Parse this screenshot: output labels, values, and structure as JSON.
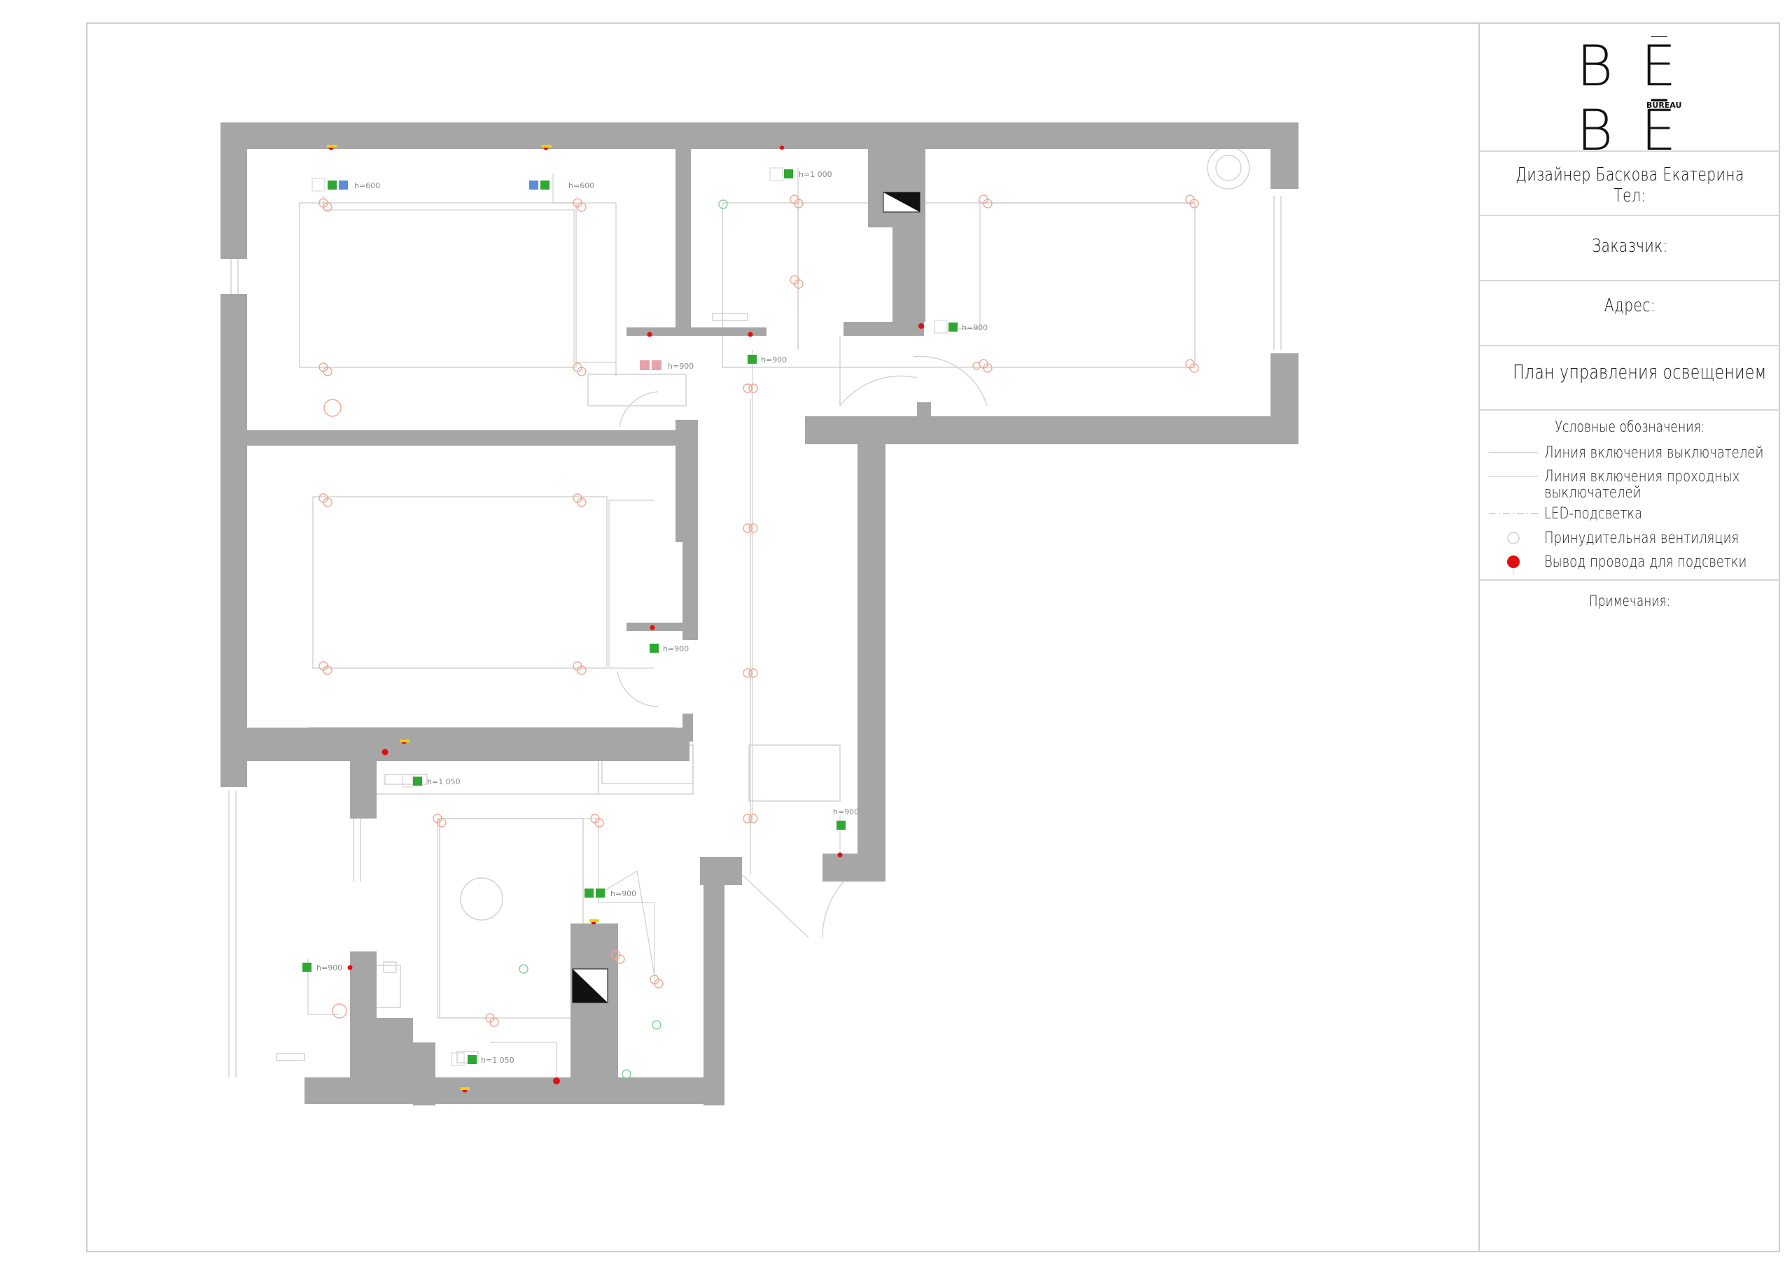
{
  "logo": {
    "top_left": "B",
    "top_right": "Ē",
    "bottom_left": "B",
    "bottom_right": "Ē",
    "sub": "BUREAU"
  },
  "title_block": {
    "designer": "Дизайнер Баскова Екатерина",
    "phone": "Тел:",
    "client": "Заказчик:",
    "address": "Адрес:",
    "sheet_title": "План управления освещением",
    "legend_heading": "Условные обозначения:",
    "legend": [
      {
        "symbol": "switch-line",
        "label": "Линия включения выключателей"
      },
      {
        "symbol": "pass-switch-line",
        "label": "Линия включения проходных"
      },
      {
        "symbol": "none",
        "label": "выключателей"
      },
      {
        "symbol": "led-strip",
        "label": "LED-подсветка"
      },
      {
        "symbol": "vent",
        "label": "Принудительная вентиляция"
      },
      {
        "symbol": "wire-outlet",
        "label": "Вывод провода для подсветки"
      }
    ],
    "notes": "Примечания:"
  },
  "plan": {
    "switches": [
      {
        "label": "h=600"
      },
      {
        "label": "h=600"
      },
      {
        "label": "h=1 000"
      },
      {
        "label": "h=900"
      },
      {
        "label": "h=900"
      },
      {
        "label": "h=900"
      },
      {
        "label": "h=900"
      },
      {
        "label": "h=1 050"
      },
      {
        "label": "h=900"
      },
      {
        "label": "h=900"
      },
      {
        "label": "h=900"
      },
      {
        "label": "h=1 050"
      }
    ]
  },
  "colors": {
    "wall": "#a6a6a6",
    "switch_green": "#2ea833",
    "switch_blue": "#5b8ed6",
    "switch_pink": "#e7a3a8",
    "wire_red": "#e01010",
    "light_symbol": "#f2a893",
    "vent_symbol": "#7fcf9a",
    "thin_line": "#cfcfcf"
  }
}
